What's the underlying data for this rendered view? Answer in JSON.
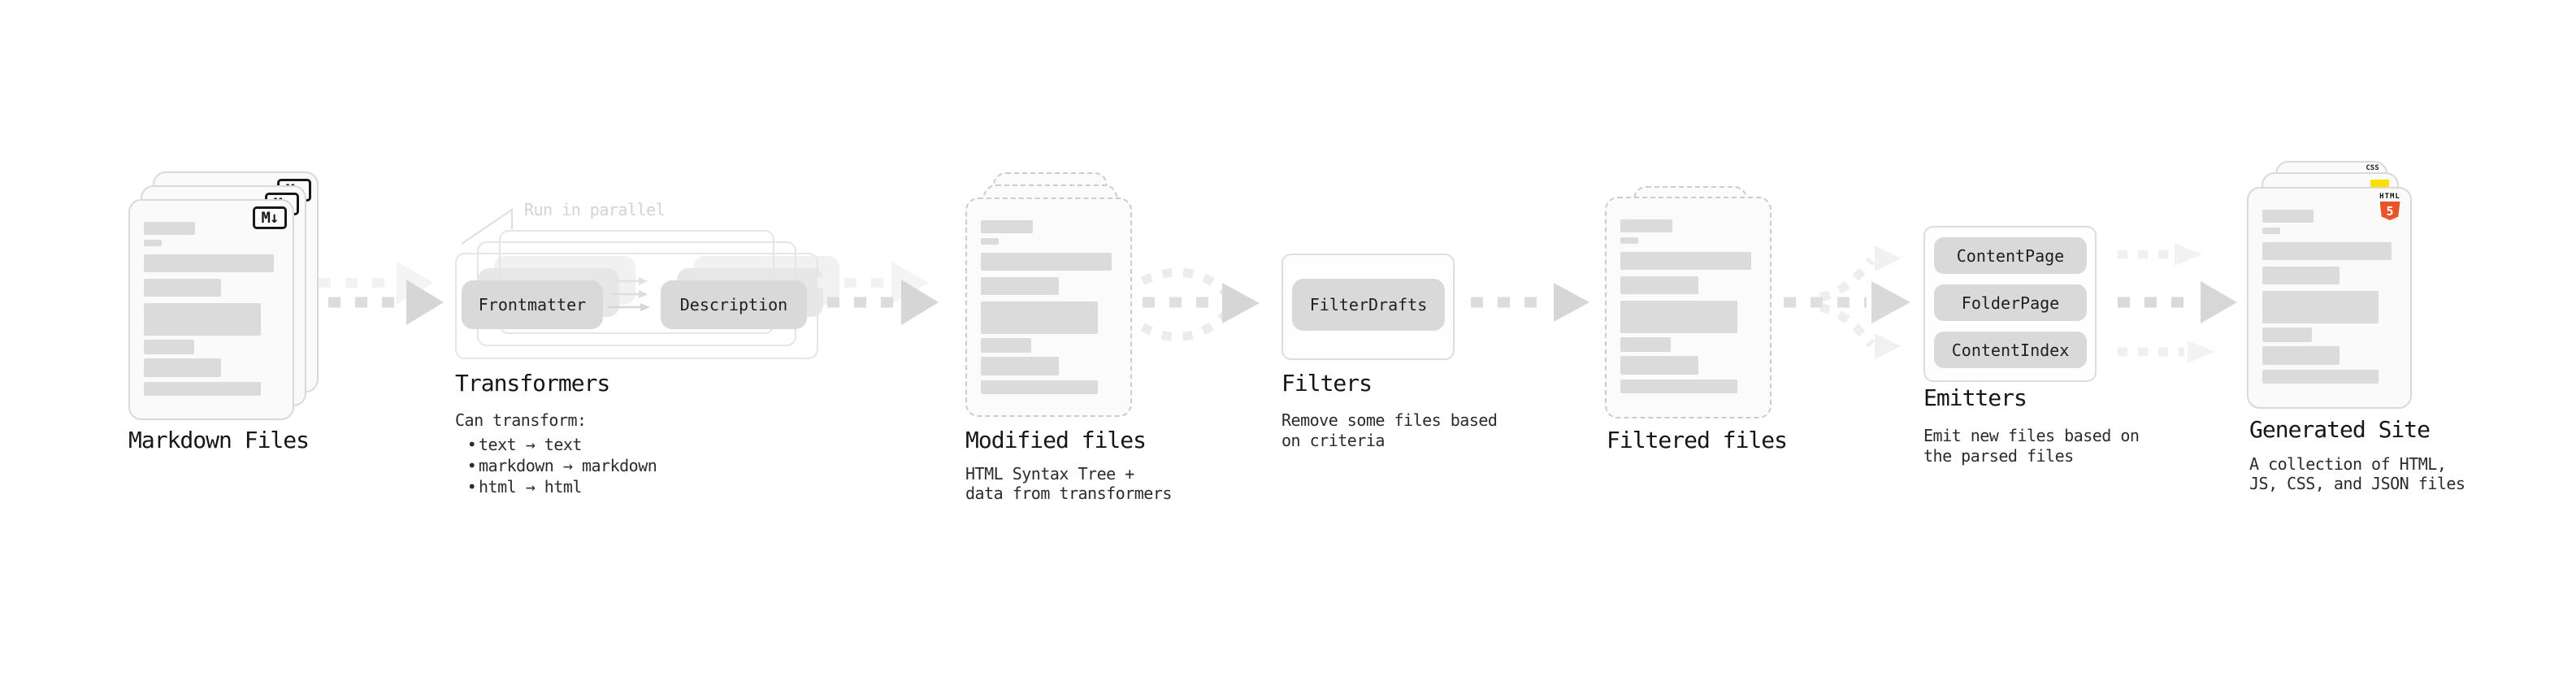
{
  "stages": {
    "markdown": {
      "label": "Markdown Files",
      "badge": "M↓"
    },
    "transformers": {
      "heading": "Transformers",
      "annotation": "Run in parallel",
      "pill_left": "Frontmatter",
      "pill_right": "Description",
      "desc": "Can transform:",
      "bullet": "•",
      "bullets": [
        "text → text",
        "markdown → markdown",
        "html → html"
      ]
    },
    "modified": {
      "heading": "Modified files",
      "desc": [
        "HTML Syntax Tree +",
        "data from transformers"
      ]
    },
    "filters": {
      "heading": "Filters",
      "pill": "FilterDrafts",
      "desc": [
        "Remove some files based",
        "on criteria"
      ]
    },
    "filtered": {
      "heading": "Filtered files"
    },
    "emitters": {
      "heading": "Emitters",
      "pills": [
        "ContentPage",
        "FolderPage",
        "ContentIndex"
      ],
      "desc": [
        "Emit new files based on",
        "the parsed files"
      ]
    },
    "generated": {
      "heading": "Generated Site",
      "desc": [
        "A collection of HTML,",
        "JS, CSS, and JSON files"
      ],
      "css_badge": "CSS",
      "html_badge_label": "HTML",
      "html_badge_number": "5"
    }
  },
  "colors": {
    "html5_orange": "#e8552b",
    "js_yellow": "#ffdf00",
    "css_blue": "#2d6ce0",
    "arrow_gray": "#dcdcdc",
    "faint_gray": "#f1f1f1",
    "skeleton_bar": "#dbdbdb",
    "text": "#1f1f1f",
    "annotation_gray": "#d3d3d3"
  }
}
